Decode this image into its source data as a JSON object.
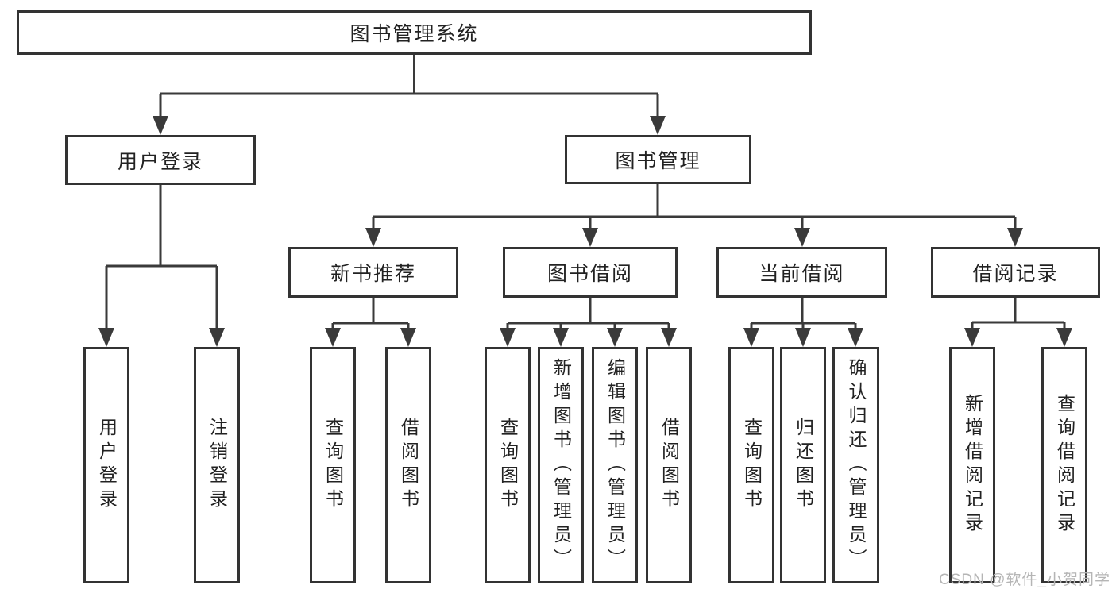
{
  "root_label": "图书管理系统",
  "level2": {
    "user_login": "用户登录",
    "book_mgmt": "图书管理"
  },
  "level3": {
    "new_rec": "新书推荐",
    "borrow": "图书借阅",
    "current": "当前借阅",
    "records": "借阅记录"
  },
  "leaves": {
    "login": "用户登录",
    "logout": "注销登录",
    "rec_query": "查询图书",
    "rec_borrow": "借阅图书",
    "bor_query": "查询图书",
    "bor_add": "新增图书（管理员）",
    "bor_edit": "编辑图书（管理员）",
    "bor_borrow": "借阅图书",
    "cur_query": "查询图书",
    "cur_return": "归还图书",
    "cur_confirm": "确认归还（管理员）",
    "rec2_add": "新增借阅记录",
    "rec2_query": "查询借阅记录"
  },
  "watermark": "CSDN @软件_小贺同学",
  "colors": {
    "line": "#3a3a3a",
    "box_border": "#333333",
    "text": "#222222",
    "watermark": "#b5b5b5",
    "background": "#ffffff"
  }
}
